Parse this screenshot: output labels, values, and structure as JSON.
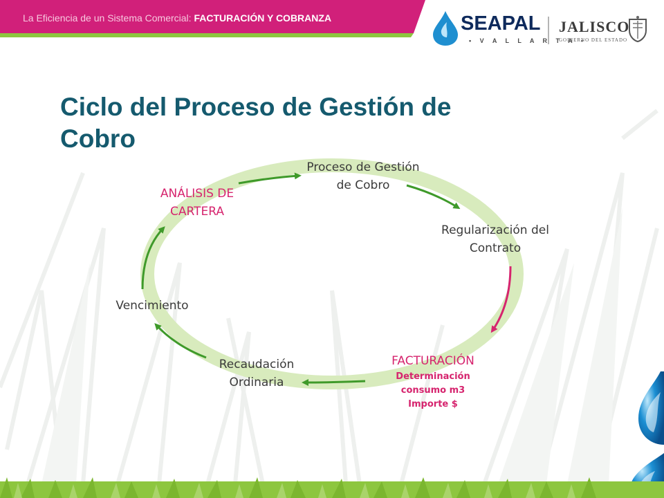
{
  "header": {
    "prefix": "La Eficiencia de un Sistema Comercial:",
    "highlight": "FACTURACIÓN Y COBRANZA"
  },
  "logos": {
    "seapal": "SEAPAL",
    "vallarta": "• V A L L A R T A •",
    "jalisco": "JALISCO",
    "gobierno": "GOBIERNO DEL ESTADO"
  },
  "title": {
    "line1": "Ciclo del Proceso de Gestión de",
    "line2": "Cobro"
  },
  "cycle": {
    "proceso": {
      "line1": "Proceso de Gestión",
      "line2": "de Cobro"
    },
    "regularizacion": {
      "line1": "Regularización del",
      "line2": "Contrato"
    },
    "facturacion": {
      "title": "FACTURACIÓN",
      "sub1": "Determinación",
      "sub2": "consumo m3",
      "sub3": "Importe $"
    },
    "recaudacion": {
      "line1": "Recaudación",
      "line2": "Ordinaria"
    },
    "vencimiento": {
      "line1": "Vencimiento"
    },
    "analisis": {
      "line1": "ANÁLISIS DE",
      "line2": "CARTERA"
    }
  },
  "colors": {
    "magenta": "#d6246e",
    "header_band": "#d1207a",
    "title": "#155a6e",
    "ring": "#d8ebbd",
    "arrow_green": "#3f9a2a",
    "arrow_pink": "#d6246e",
    "lime": "#8dc63f"
  }
}
